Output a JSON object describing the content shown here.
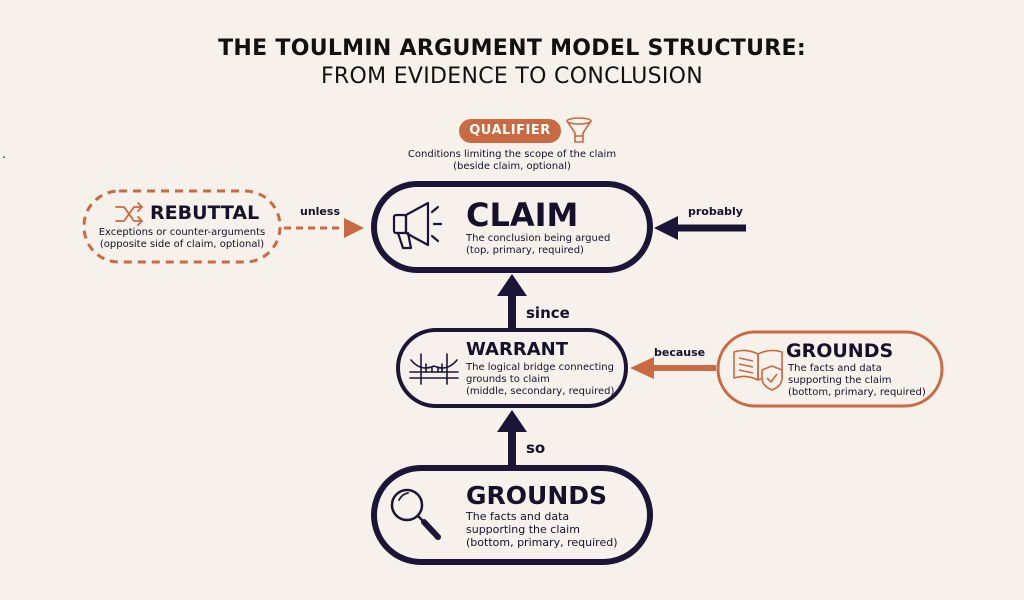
{
  "title": {
    "line1": "THE TOULMIN ARGUMENT MODEL STRUCTURE:",
    "line2": "FROM EVIDENCE TO CONCLUSION"
  },
  "qualifier": {
    "label": "QUALIFIER",
    "description": "Conditions limiting the scope of the claim\n(beside claim, optional)",
    "icon": "funnel-icon"
  },
  "claim": {
    "title": "CLAIM",
    "description": "The conclusion being argued\n(top, primary, required)",
    "icon": "megaphone-icon"
  },
  "rebuttal": {
    "title": "REBUTTAL",
    "description": "Exceptions or counter-arguments\n(opposite side of claim, optional)",
    "icon": "shuffle-icon"
  },
  "warrant": {
    "title": "WARRANT",
    "description": "The logical bridge connecting\ngrounds to claim\n(middle, secondary, required)",
    "icon": "bridge-icon"
  },
  "grounds_side": {
    "title": "GROUNDS",
    "description": "The facts and data\nsupporting the claim\n(bottom, primary, required)",
    "icon": "book-shield-icon"
  },
  "grounds_main": {
    "title": "GROUNDS",
    "description": "The facts and data\nsupporting the claim\n(bottom, primary, required)",
    "icon": "magnifier-icon"
  },
  "edges": {
    "unless": "unless",
    "probably": "probably",
    "since": "since",
    "because": "because",
    "so": "so"
  },
  "colors": {
    "navy": "#1b1537",
    "orange": "#c96a42",
    "background": "#f6f1eb"
  }
}
